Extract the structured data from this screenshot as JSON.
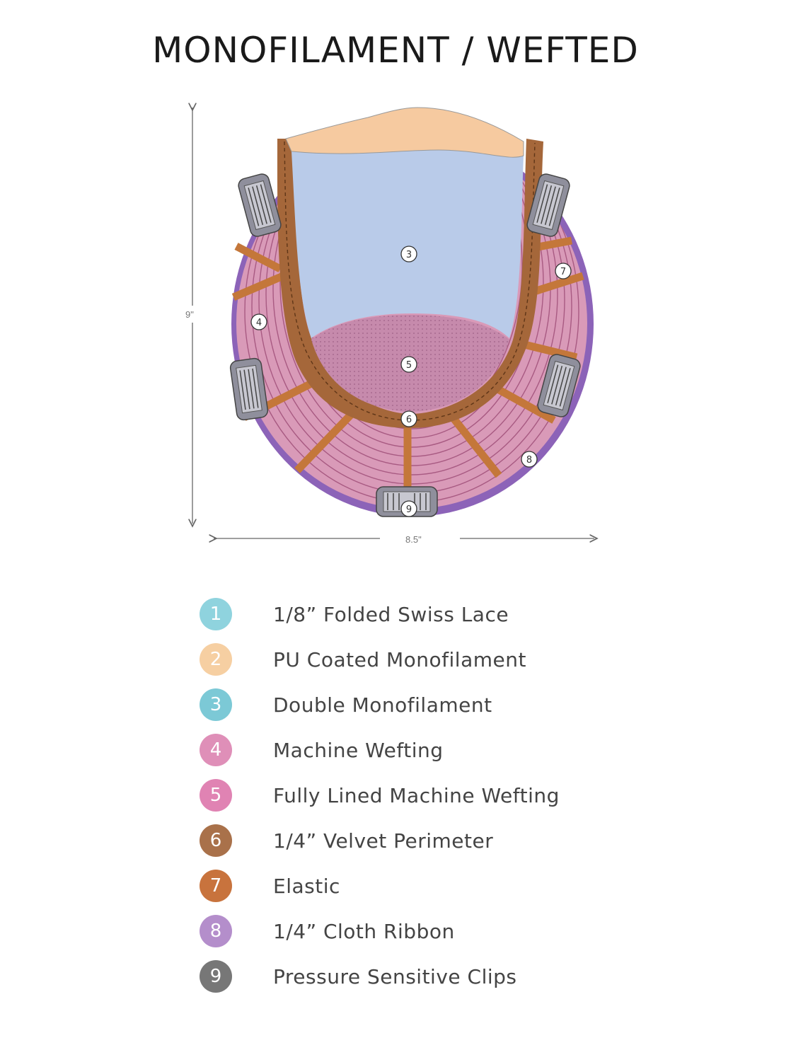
{
  "title": "MONOFILAMENT / WEFTED",
  "dimensions": {
    "height": "9\"",
    "width": "8.5\""
  },
  "markers": [
    "3",
    "4",
    "5",
    "6",
    "7",
    "8",
    "9"
  ],
  "legend": [
    {
      "number": "1",
      "label": "1/8” Folded Swiss Lace",
      "color": "#8fd3de"
    },
    {
      "number": "2",
      "label": "PU Coated Monofilament",
      "color": "#f6cfa2"
    },
    {
      "number": "3",
      "label": "Double Monofilament",
      "color": "#7cc9d6"
    },
    {
      "number": "4",
      "label": "Machine Wefting",
      "color": "#df8fb8"
    },
    {
      "number": "5",
      "label": "Fully Lined Machine Wefting",
      "color": "#e083b3"
    },
    {
      "number": "6",
      "label": "1/4” Velvet Perimeter",
      "color": "#a9714a"
    },
    {
      "number": "7",
      "label": "Elastic",
      "color": "#c8733d"
    },
    {
      "number": "8",
      "label": "1/4” Cloth Ribbon",
      "color": "#b48ecb"
    },
    {
      "number": "9",
      "label": "Pressure Sensitive Clips",
      "color": "#777777"
    }
  ],
  "colors": {
    "ribbon": "#8c63b8",
    "wefting": "#d99ab8",
    "weft_lines": "#b25f88",
    "velvet": "#a5673a",
    "elastic": "#c8793a",
    "monofilament": "#b9cbe9",
    "pu_coated": "#f6caa0",
    "lined_wefting": "#c98ab0"
  }
}
